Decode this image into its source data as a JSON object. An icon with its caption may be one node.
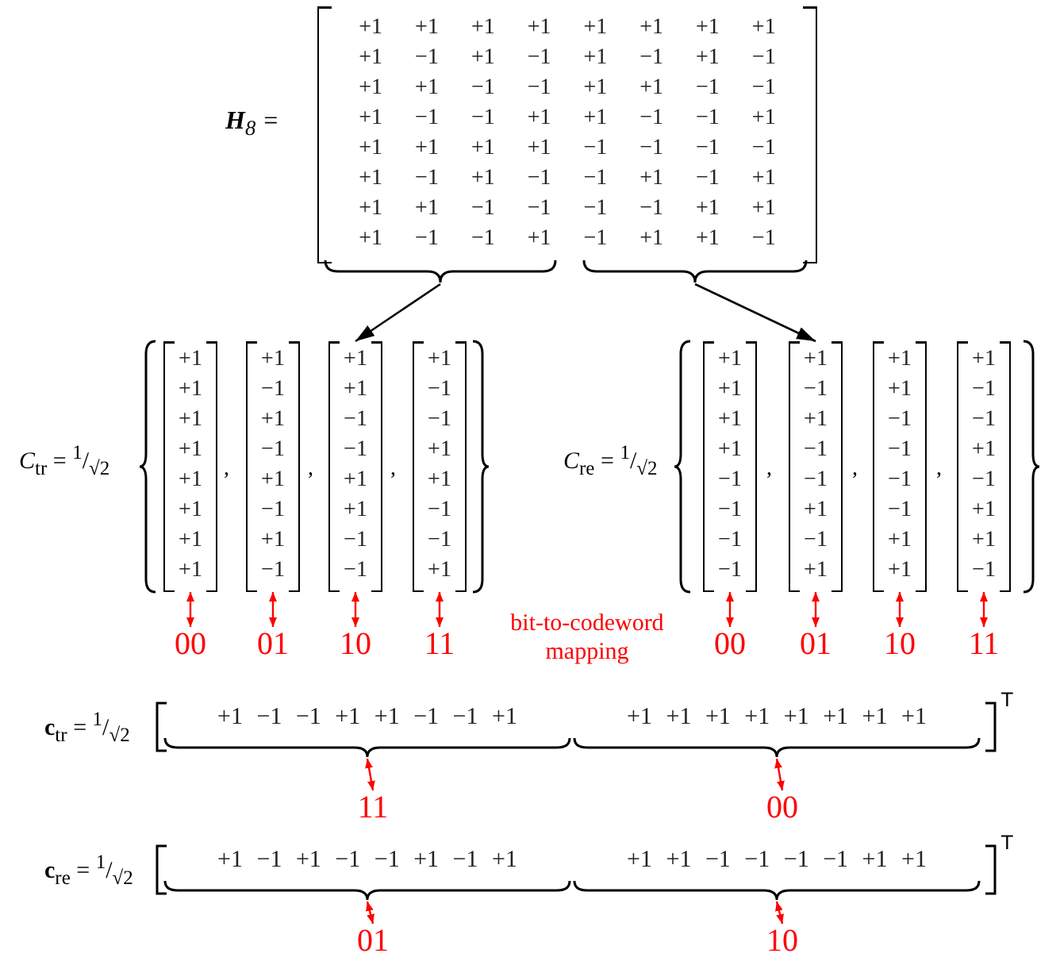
{
  "diagram": {
    "nodes": [
      {
        "text": [
          "**H**$_{8}$ =",
          "+1 +1 +1 +1 +1 +1 +1 +1",
          "+1 −1 +1 −1 +1 −1 +1 −1",
          "+1 +1 −1 −1 +1 +1 −1 −1",
          "+1 −1 −1 +1 +1 −1 −1 +1",
          "+1 +1 +1 +1 −1 −1 −1 −1",
          "+1 −1 +1 −1 −1 +1 −1 +1",
          "+1 +1 −1 −1 −1 −1 +1 +1",
          "+1 −1 −1 +1 −1 +1 +1 −1"
        ]
      },
      {
        "text": [],
        "shape": "brace"
      },
      {
        "text": [],
        "shape": "brace"
      },
      {
        "text": [
          "*C*$_{tr}$ = $^{1}$/$_{√2}$"
        ]
      },
      {
        "text": [
          "+1 +1 +1 +1 +1 +1 +1 +1"
        ],
        "in": 3
      },
      {
        "text": [
          "+1 −1 +1 −1 +1 −1 +1 −1"
        ],
        "in": 3
      },
      {
        "text": [
          "+1 +1 −1 −1 +1 +1 −1 −1"
        ],
        "in": 3
      },
      {
        "text": [
          "+1 −1 −1 +1 +1 −1 −1 +1"
        ],
        "in": 3
      },
      {
        "text": [
          "00"
        ]
      },
      {
        "text": [
          "01"
        ]
      },
      {
        "text": [
          "10"
        ]
      },
      {
        "text": [
          "11"
        ]
      },
      {
        "text": [
          "*C*$_{re}$ = $^{1}$/$_{√2}$"
        ]
      },
      {
        "text": [
          "+1 +1 +1 +1 −1 −1 −1 −1"
        ],
        "in": 12
      },
      {
        "text": [
          "+1 −1 +1 −1 −1 +1 −1 +1"
        ],
        "in": 12
      },
      {
        "text": [
          "+1 +1 −1 −1 −1 −1 +1 +1"
        ],
        "in": 12
      },
      {
        "text": [
          "+1 −1 −1 +1 −1 +1 +1 −1"
        ],
        "in": 12
      },
      {
        "text": [
          "00"
        ]
      },
      {
        "text": [
          "01"
        ]
      },
      {
        "text": [
          "10"
        ]
      },
      {
        "text": [
          "11"
        ]
      },
      {
        "text": [
          "**c**$_{tr}$ = $^{1}$/$_{√2}$"
        ]
      },
      {
        "text": [
          "+1 −1 −1 +1 +1 −1 −1 +1"
        ],
        "in": 21
      },
      {
        "text": [
          "+1 +1 +1 +1 +1 +1 +1 +1"
        ],
        "in": 21
      },
      {
        "text": [
          "11"
        ]
      },
      {
        "text": [
          "00"
        ]
      },
      {
        "text": [
          "**c**$_{re}$ = $^{1}$/$_{√2}$"
        ]
      },
      {
        "text": [
          "+1 −1 +1 −1 −1 +1 −1 +1"
        ],
        "in": 26
      },
      {
        "text": [
          "+1 +1 −1 −1 −1 −1 +1 +1"
        ],
        "in": 26
      },
      {
        "text": [
          "01"
        ]
      },
      {
        "text": [
          "10"
        ]
      }
    ],
    "edges": [
      {
        "from": 1,
        "to": 6,
        "arrow": "to",
        "color": "#000000"
      },
      {
        "from": 2,
        "to": 14,
        "arrow": "to",
        "color": "#000000"
      },
      {
        "from": 4,
        "to": 8,
        "arrow": "both"
      },
      {
        "from": 5,
        "to": 9,
        "arrow": "both"
      },
      {
        "from": 6,
        "to": 10,
        "arrow": "both"
      },
      {
        "from": 7,
        "to": 11,
        "arrow": "both"
      },
      {
        "from": 13,
        "to": 17,
        "arrow": "both"
      },
      {
        "from": 14,
        "to": 18,
        "arrow": "both"
      },
      {
        "from": 15,
        "to": 19,
        "arrow": "both"
      },
      {
        "from": 16,
        "to": 20,
        "arrow": "both"
      },
      {
        "from": 22,
        "to": 24,
        "arrow": "both"
      },
      {
        "from": 23,
        "to": 25,
        "arrow": "both"
      },
      {
        "from": 27,
        "to": 29,
        "arrow": "both"
      },
      {
        "from": 28,
        "to": 30,
        "arrow": "both"
      }
    ],
    "labels": [
      "bit-to-codeword mapping",
      ",",
      ",",
      ",",
      ",",
      ",",
      ",",
      "T",
      "T"
    ]
  }
}
